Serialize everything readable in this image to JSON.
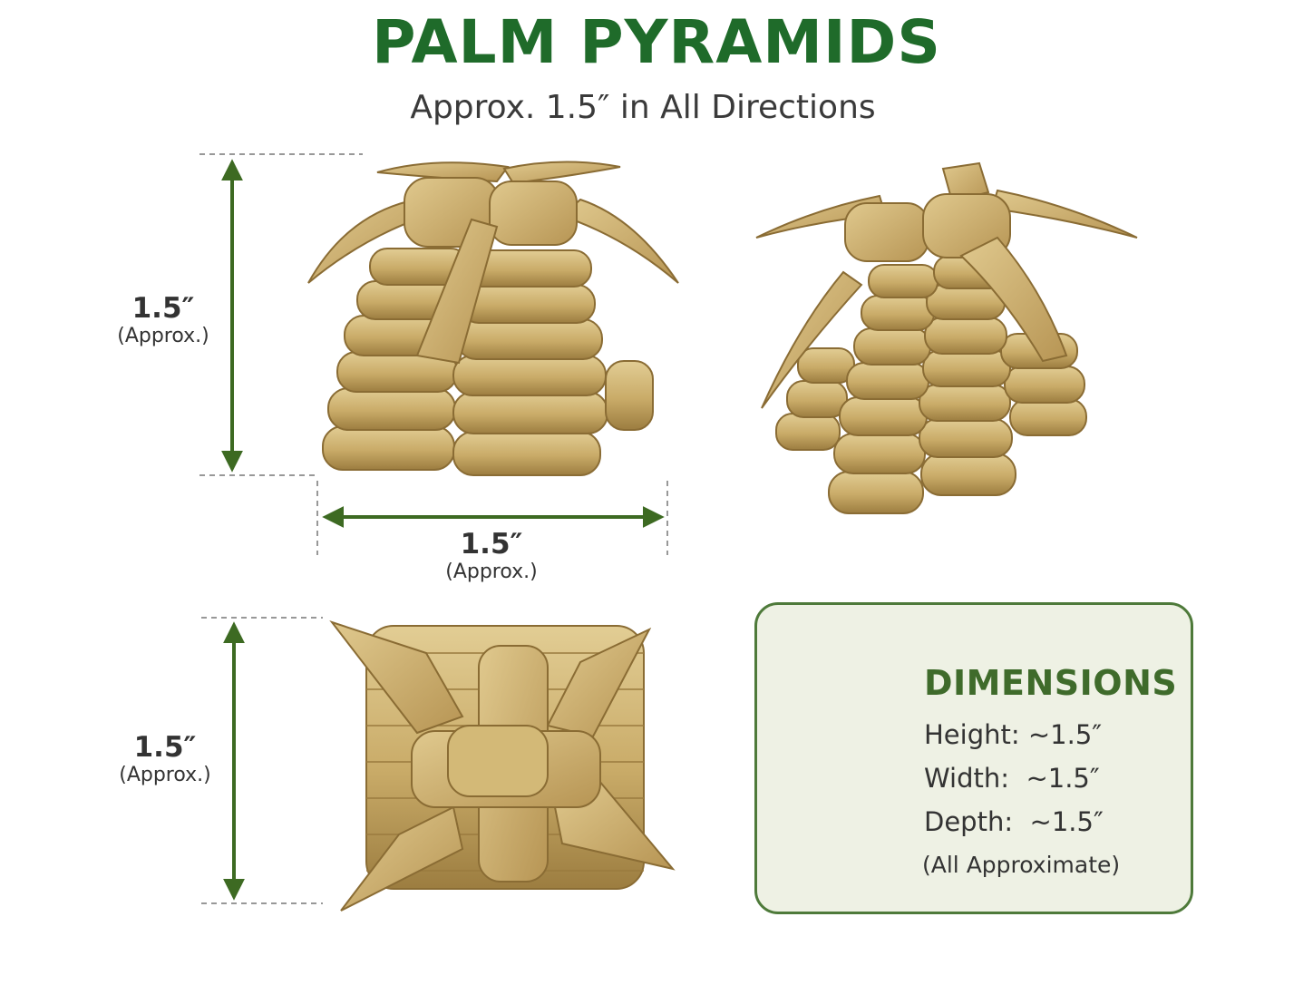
{
  "header": {
    "title": "PALM PYRAMIDS",
    "subtitle": "Approx. 1.5″ in All Directions"
  },
  "dimensions_overlay": {
    "height_top": {
      "value": "1.5″",
      "note": "(Approx.)"
    },
    "width": {
      "value": "1.5″",
      "note": "(Approx.)"
    },
    "height_bottom": {
      "value": "1.5″",
      "note": "(Approx.)"
    }
  },
  "card": {
    "heading": "DIMENSIONS",
    "lines": [
      {
        "label": "Height:",
        "value": "~1.5″"
      },
      {
        "label": "Width:",
        "value": "~1.5″"
      },
      {
        "label": "Depth:",
        "value": "~1.5″"
      }
    ],
    "note": "(All Approximate)",
    "icon": "ruler-icon"
  },
  "colors": {
    "title_green": "#1f6b2a",
    "arrow_green": "#3d6a22",
    "card_border": "#4e7a3a",
    "card_bg": "#eef1e4",
    "palm_light": "#d6be82",
    "palm_dark": "#a8884a"
  }
}
